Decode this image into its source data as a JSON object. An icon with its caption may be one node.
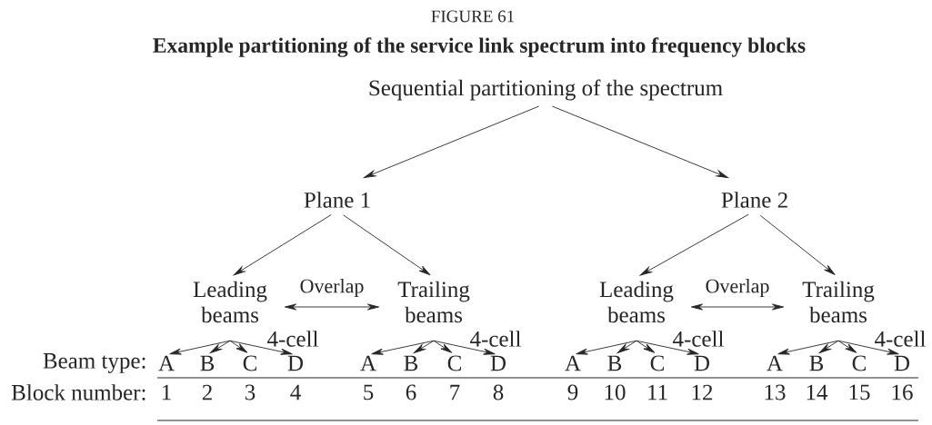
{
  "diagram": {
    "title": "Example partitioning of the service link spectrum into frequency blocks",
    "nodes": [
      {
        "text": [
          "Sequential partitioning of the spectrum"
        ]
      },
      {
        "text": [
          "Plane 1"
        ]
      },
      {
        "text": [
          "Plane 2"
        ]
      },
      {
        "text": [
          "Leading beams"
        ]
      },
      {
        "text": [
          "Trailing beams"
        ]
      },
      {
        "text": [
          "Leading beams"
        ]
      },
      {
        "text": [
          "Trailing beams"
        ]
      },
      {
        "text": [
          "A"
        ]
      },
      {
        "text": [
          "B"
        ]
      },
      {
        "text": [
          "C"
        ]
      },
      {
        "text": [
          "D"
        ]
      },
      {
        "text": [
          "A"
        ]
      },
      {
        "text": [
          "B"
        ]
      },
      {
        "text": [
          "C"
        ]
      },
      {
        "text": [
          "D"
        ]
      },
      {
        "text": [
          "A"
        ]
      },
      {
        "text": [
          "B"
        ]
      },
      {
        "text": [
          "C"
        ]
      },
      {
        "text": [
          "D"
        ]
      },
      {
        "text": [
          "A"
        ]
      },
      {
        "text": [
          "B"
        ]
      },
      {
        "text": [
          "C"
        ]
      },
      {
        "text": [
          "D"
        ]
      }
    ],
    "edges": [
      {
        "from": 0,
        "to": 1,
        "arrow": "to"
      },
      {
        "from": 0,
        "to": 2,
        "arrow": "to"
      },
      {
        "from": 1,
        "to": 3,
        "arrow": "to"
      },
      {
        "from": 1,
        "to": 4,
        "arrow": "to"
      },
      {
        "from": 2,
        "to": 5,
        "arrow": "to"
      },
      {
        "from": 2,
        "to": 6,
        "arrow": "to"
      },
      {
        "from": 3,
        "to": 4,
        "arrow": "both",
        "label": "Overlap"
      },
      {
        "from": 5,
        "to": 6,
        "arrow": "both",
        "label": "Overlap"
      },
      {
        "from": 3,
        "to": 7,
        "arrow": "to"
      },
      {
        "from": 3,
        "to": 8,
        "arrow": "to"
      },
      {
        "from": 3,
        "to": 9,
        "arrow": "to"
      },
      {
        "from": 3,
        "to": 10,
        "arrow": "to"
      },
      {
        "from": 4,
        "to": 11,
        "arrow": "to"
      },
      {
        "from": 4,
        "to": 12,
        "arrow": "to"
      },
      {
        "from": 4,
        "to": 13,
        "arrow": "to"
      },
      {
        "from": 4,
        "to": 14,
        "arrow": "to"
      },
      {
        "from": 5,
        "to": 15,
        "arrow": "to"
      },
      {
        "from": 5,
        "to": 16,
        "arrow": "to"
      },
      {
        "from": 5,
        "to": 17,
        "arrow": "to"
      },
      {
        "from": 5,
        "to": 18,
        "arrow": "to"
      },
      {
        "from": 6,
        "to": 19,
        "arrow": "to"
      },
      {
        "from": 6,
        "to": 20,
        "arrow": "to"
      },
      {
        "from": 6,
        "to": 21,
        "arrow": "to"
      },
      {
        "from": 6,
        "to": 22,
        "arrow": "to"
      }
    ],
    "labels": [
      "FIGURE 61",
      "4-cell",
      "4-cell",
      "4-cell",
      "4-cell",
      "Beam type:",
      "Block number:",
      "1",
      "2",
      "3",
      "4",
      "5",
      "6",
      "7",
      "8",
      "9",
      "10",
      "11",
      "12",
      "13",
      "14",
      "15",
      "16"
    ]
  }
}
